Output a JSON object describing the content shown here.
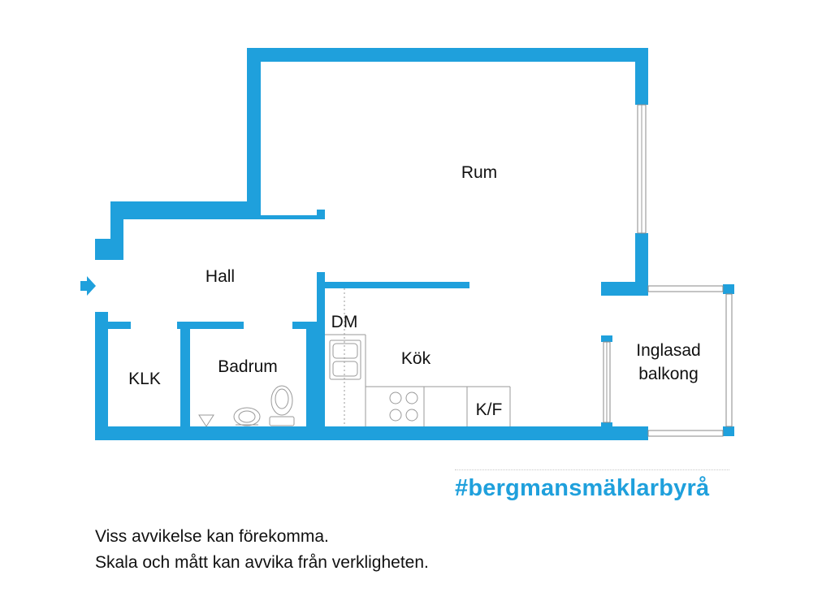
{
  "rooms": {
    "rum": "Rum",
    "hall": "Hall",
    "dm": "DM",
    "kok": "Kök",
    "klk": "KLK",
    "badrum": "Badrum",
    "kf": "K/F",
    "balcony_line1": "Inglasad",
    "balcony_line2": "balkong"
  },
  "brand": {
    "text": "#bergmansmäklarbyrå",
    "color": "#1fa0dc"
  },
  "disclaimer": {
    "line1": "Viss avvikelse kan förekomma.",
    "line2": "Skala och mått kan avvika från verkligheten."
  },
  "icons": [
    "entrance-arrow-icon",
    "sink-icon",
    "stove-icon",
    "toilet-icon",
    "washbasin-icon",
    "floor-drain-icon"
  ]
}
